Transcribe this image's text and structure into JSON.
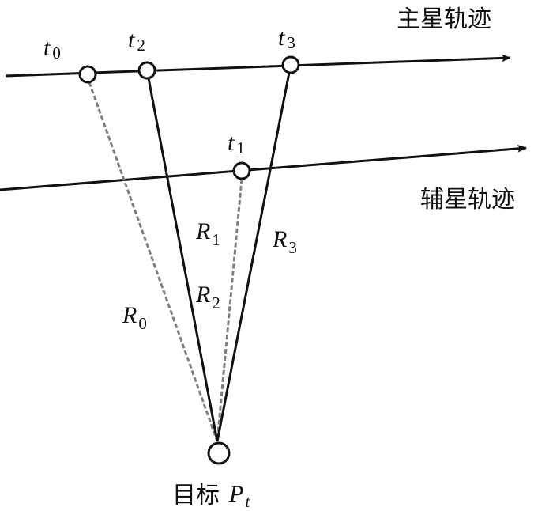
{
  "tracks": {
    "main_label": "主星轨迹",
    "aux_label": "辅星轨迹"
  },
  "points": {
    "t0": {
      "base": "t",
      "sub": "0"
    },
    "t1": {
      "base": "t",
      "sub": "1"
    },
    "t2": {
      "base": "t",
      "sub": "2"
    },
    "t3": {
      "base": "t",
      "sub": "3"
    }
  },
  "ranges": {
    "R0": {
      "base": "R",
      "sub": "0"
    },
    "R1": {
      "base": "R",
      "sub": "1"
    },
    "R2": {
      "base": "R",
      "sub": "2"
    },
    "R3": {
      "base": "R",
      "sub": "3"
    }
  },
  "target": {
    "label": "目标",
    "base": "P",
    "sub": "t"
  },
  "colors": {
    "solid": "#111111",
    "dashed": "#808080"
  }
}
